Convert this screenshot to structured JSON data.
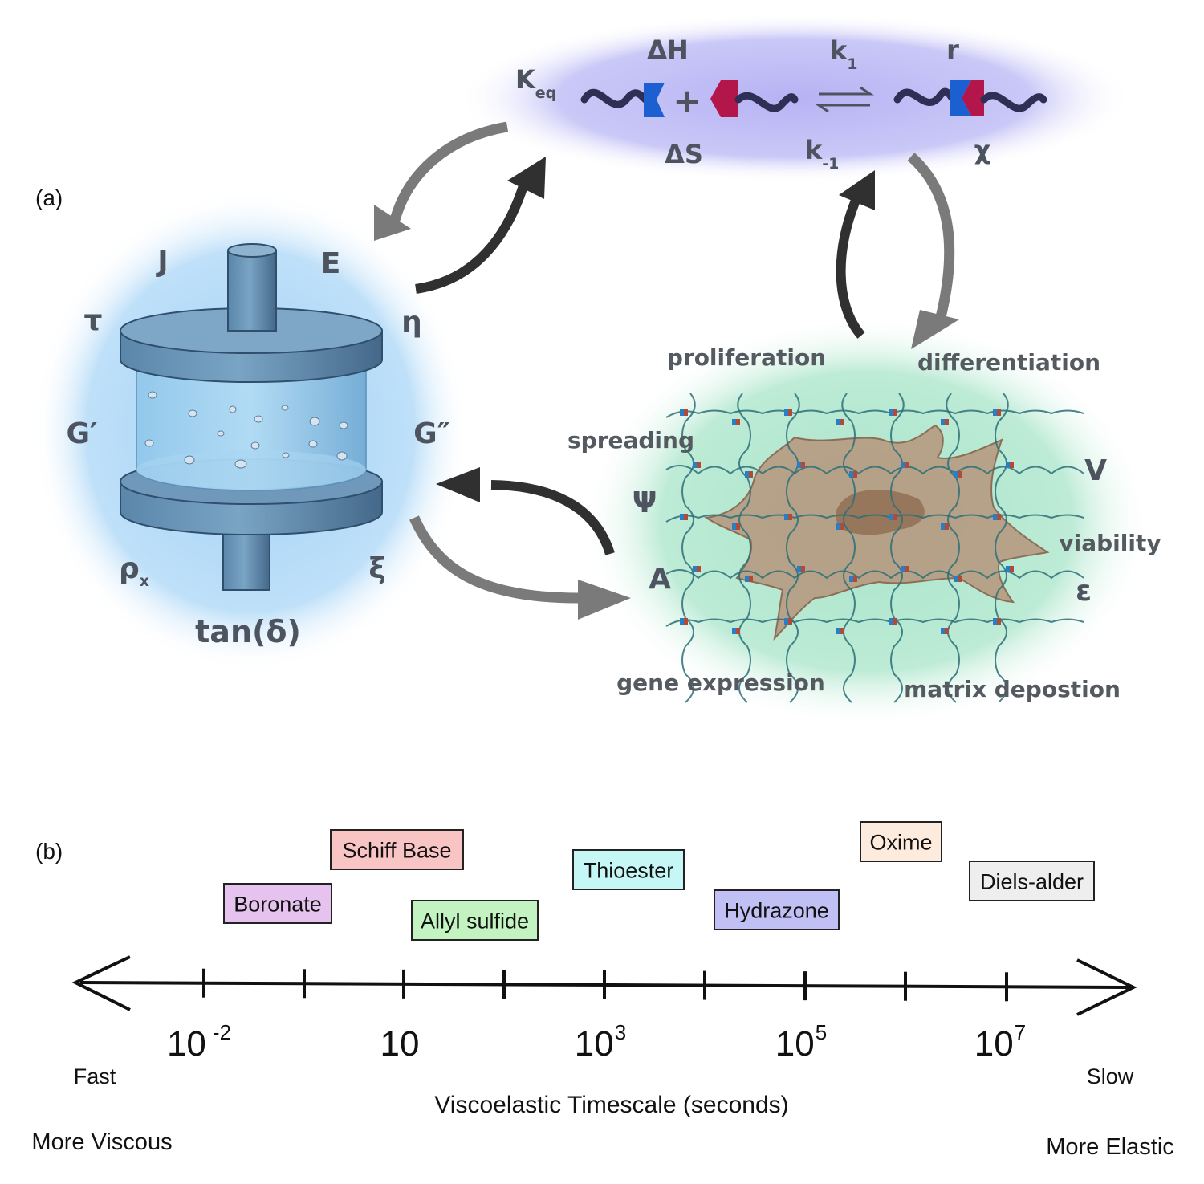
{
  "panel_a": {
    "label": "(a)",
    "kinetics": {
      "keq_main": "K",
      "keq_sub": "eq",
      "delta_h": "ΔH",
      "delta_s": "ΔS",
      "k1_main": "k",
      "k1_sub": "1",
      "km1_main": "k",
      "km1_sub": "-1",
      "r": "r",
      "chi": "χ",
      "plus": "+"
    },
    "rheometer": {
      "j": "J",
      "e": "E",
      "tau": "τ",
      "eta": "η",
      "g_prime": "G′",
      "g_double_prime": "G″",
      "rho_main": "ρ",
      "rho_sub": "x",
      "xi": "ξ",
      "tan_delta": "tan(δ)"
    },
    "cell": {
      "proliferation": "proliferation",
      "differentiation": "differentiation",
      "spreading": "spreading",
      "v": "V",
      "psi": "Ψ",
      "viability": "viability",
      "a": "A",
      "epsilon": "ε",
      "gene_expression": "gene expression",
      "matrix_deposition": "matrix depostion"
    }
  },
  "panel_b": {
    "label": "(b)",
    "chemistries": [
      {
        "name": "Schiff Base",
        "color": "#f9c4c4"
      },
      {
        "name": "Boronate",
        "color": "#e6c3ef"
      },
      {
        "name": "Allyl sulfide",
        "color": "#c3f3c0"
      },
      {
        "name": "Thioester",
        "color": "#c6f7f7"
      },
      {
        "name": "Hydrazone",
        "color": "#c0c0f5"
      },
      {
        "name": "Oxime",
        "color": "#fdebdd"
      },
      {
        "name": "Diels-alder",
        "color": "#eeeeee"
      }
    ],
    "axis": {
      "ticks": [
        {
          "base": "10",
          "exp": "-2"
        },
        {
          "base": "10",
          "exp": ""
        },
        {
          "base": "10",
          "exp": "3"
        },
        {
          "base": "10",
          "exp": "5"
        },
        {
          "base": "10",
          "exp": "7"
        }
      ],
      "left_end": "Fast",
      "right_end": "Slow",
      "title": "Viscoelastic Timescale (seconds)",
      "left_caption": "More Viscous",
      "right_caption": "More Elastic"
    }
  }
}
